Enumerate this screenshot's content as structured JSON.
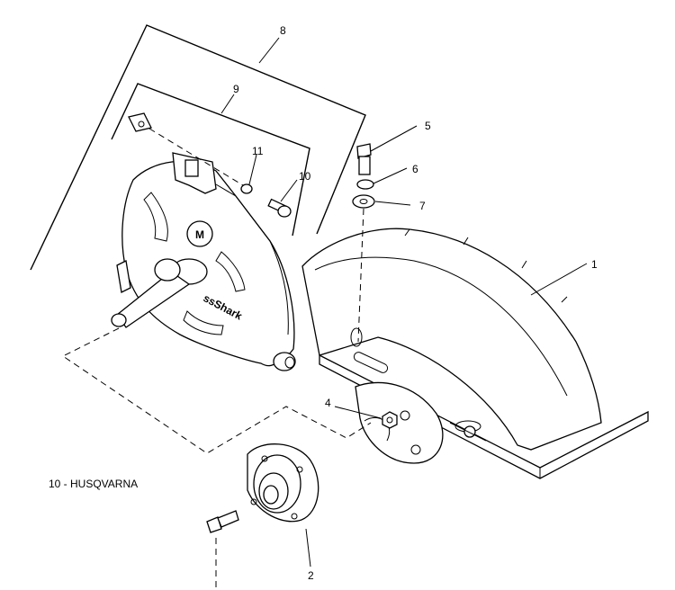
{
  "callouts": [
    "1",
    "2",
    "4",
    "5",
    "6",
    "7",
    "8",
    "9",
    "10",
    "11"
  ],
  "caption": "10 - HUSQVARNA",
  "brand_mark": "M",
  "plate_text": "ssShark"
}
